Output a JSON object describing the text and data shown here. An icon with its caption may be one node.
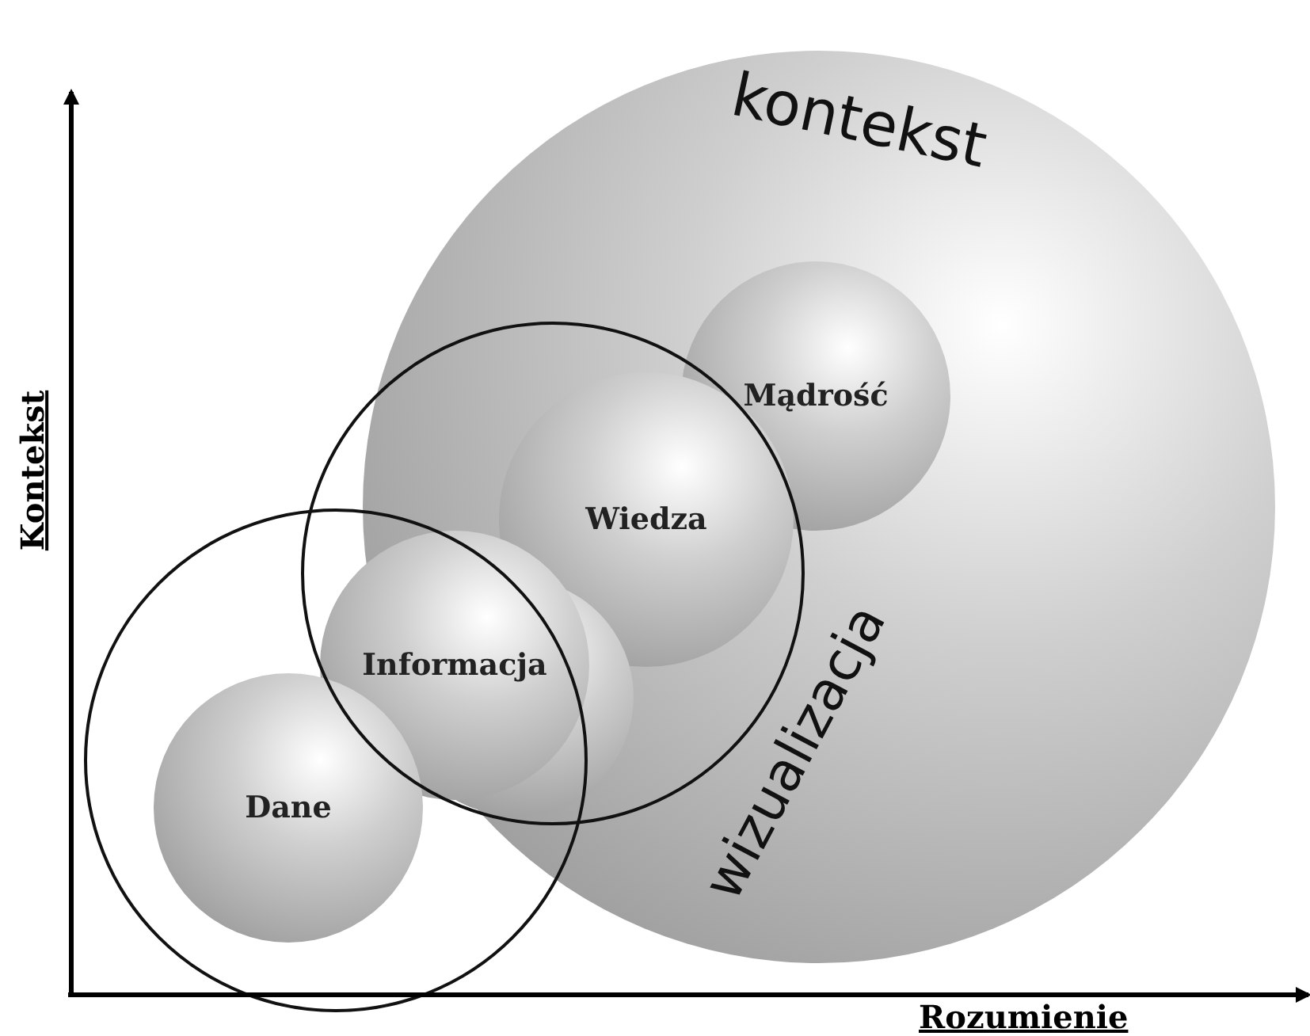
{
  "diagram": {
    "nodes": [
      {
        "text": [
          "kontekst"
        ]
      },
      {
        "text": [
          "Mądrość"
        ],
        "in": 0
      },
      {
        "text": [
          "Wiedza"
        ],
        "in": 0
      },
      {
        "text": [
          "Informacja"
        ]
      },
      {
        "text": [
          "Dane"
        ]
      }
    ],
    "labels": [
      "wizualizacja",
      "Kontekst",
      "Rozumienie"
    ]
  }
}
